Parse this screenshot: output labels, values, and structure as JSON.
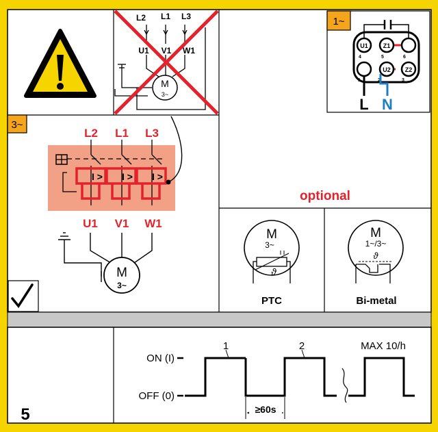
{
  "badges": {
    "single_phase": "1~",
    "three_phase": "3~"
  },
  "crossed_diagram": {
    "lines": [
      "L2",
      "L1",
      "L3"
    ],
    "terminals": [
      "U1",
      "V1",
      "W1"
    ],
    "motor_letter": "M",
    "motor_phase": "3~"
  },
  "terminal_board": {
    "top_row": [
      "U1",
      "Z1",
      ""
    ],
    "top_nums": [
      "4",
      "5",
      "6"
    ],
    "bottom_row": [
      "",
      "U2",
      "Z2"
    ],
    "bottom_nums": [
      "1",
      "2",
      "3"
    ],
    "line_l": "L",
    "line_n": "N"
  },
  "three_phase_diagram": {
    "lines": [
      "L2",
      "L1",
      "L3"
    ],
    "terminals": [
      "U1",
      "V1",
      "W1"
    ],
    "relay_symbol": "I >",
    "motor_letter": "M",
    "motor_phase": "3~"
  },
  "optional_label": "optional",
  "protection": [
    {
      "motor_letter": "M",
      "motor_phase": "3~",
      "label": "PTC"
    },
    {
      "motor_letter": "M",
      "motor_phase": "1~/3~",
      "label": "Bi-metal"
    }
  ],
  "bottom": {
    "step_number": "5",
    "on_label": "ON (I)",
    "off_label": "OFF (0)",
    "pulse_labels": [
      "1",
      "2"
    ],
    "max_label": "MAX 10/h",
    "interval_label": "≥60s"
  },
  "colors": {
    "background": "#f6d400",
    "panel": "#ffffff",
    "red": "#e3232c",
    "blue": "#1c7fc4",
    "orange_badge": "#f5a51b",
    "salmon": "#f2a086",
    "separator": "#c8c8c8"
  }
}
